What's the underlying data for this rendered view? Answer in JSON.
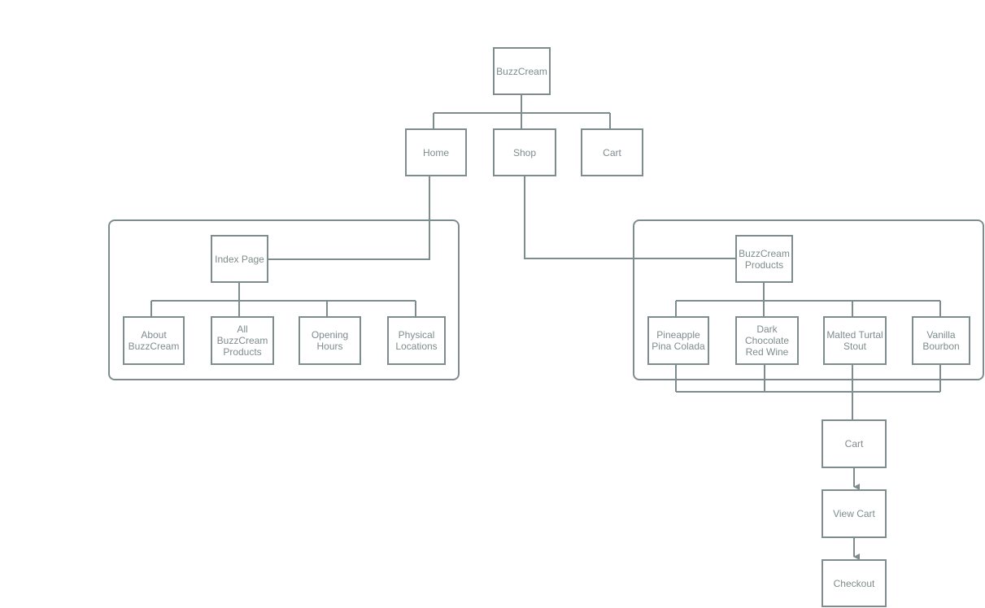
{
  "colors": {
    "stroke": "#7f8c8d",
    "text": "#7f8c8d",
    "background": "#ffffff"
  },
  "nodes": {
    "root": "BuzzCream",
    "home": "Home",
    "shop": "Shop",
    "cart_top": "Cart",
    "index_page": "Index Page",
    "about": "About\nBuzzCream",
    "all_products": "All\nBuzzCream\nProducts",
    "opening_hours": "Opening\nHours",
    "physical_locations": "Physical\nLocations",
    "buzzcream_products": "BuzzCream\nProducts",
    "pineapple": "Pineapple\nPina Colada",
    "dark_chocolate": "Dark\nChocolate\nRed Wine",
    "malted": "Malted Turtal\nStout",
    "vanilla": "Vanilla\nBourbon",
    "cart_flow": "Cart",
    "view_cart": "View Cart",
    "checkout": "Checkout"
  }
}
